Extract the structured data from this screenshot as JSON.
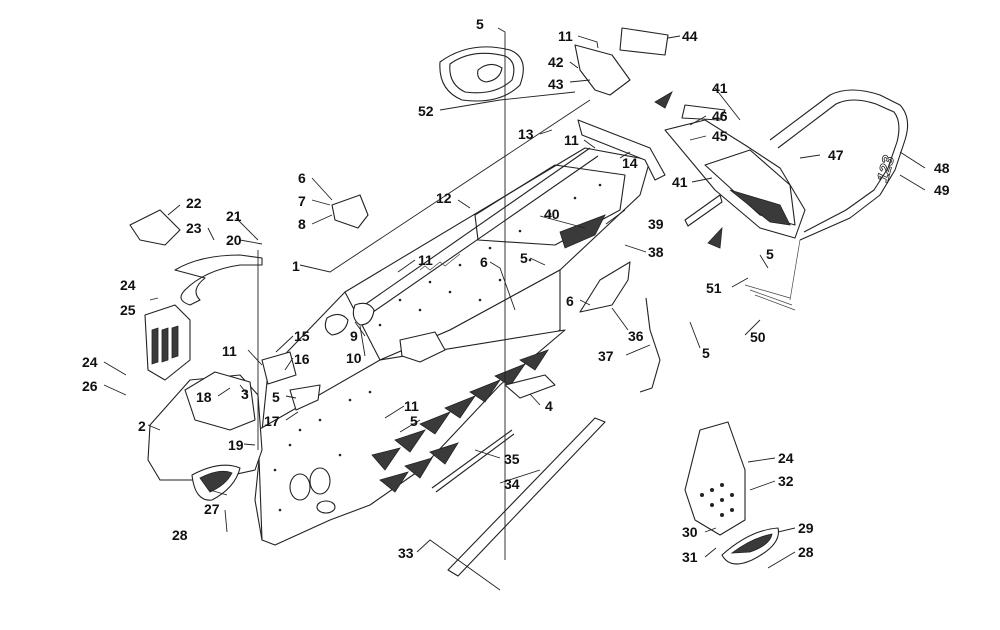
{
  "diagram": {
    "callouts": [
      {
        "id": "c5a",
        "text": "5"
      },
      {
        "id": "c11a",
        "text": "11"
      },
      {
        "id": "c44",
        "text": "44"
      },
      {
        "id": "c42",
        "text": "42"
      },
      {
        "id": "c43",
        "text": "43"
      },
      {
        "id": "c41a",
        "text": "41"
      },
      {
        "id": "c46",
        "text": "46"
      },
      {
        "id": "c45",
        "text": "45"
      },
      {
        "id": "c52",
        "text": "52"
      },
      {
        "id": "c13",
        "text": "13"
      },
      {
        "id": "c11b",
        "text": "11"
      },
      {
        "id": "c14",
        "text": "14"
      },
      {
        "id": "c47",
        "text": "47"
      },
      {
        "id": "c48",
        "text": "48"
      },
      {
        "id": "c49",
        "text": "49"
      },
      {
        "id": "c41b",
        "text": "41"
      },
      {
        "id": "c6a",
        "text": "6"
      },
      {
        "id": "c7",
        "text": "7"
      },
      {
        "id": "c8",
        "text": "8"
      },
      {
        "id": "c12",
        "text": "12"
      },
      {
        "id": "c22",
        "text": "22"
      },
      {
        "id": "c21",
        "text": "21"
      },
      {
        "id": "c23",
        "text": "23"
      },
      {
        "id": "c20",
        "text": "20"
      },
      {
        "id": "c40",
        "text": "40"
      },
      {
        "id": "c39",
        "text": "39"
      },
      {
        "id": "c38",
        "text": "38"
      },
      {
        "id": "c1",
        "text": "1"
      },
      {
        "id": "c11c",
        "text": "11"
      },
      {
        "id": "c6b",
        "text": "6"
      },
      {
        "id": "c5b",
        "text": "5"
      },
      {
        "id": "c5c",
        "text": "5"
      },
      {
        "id": "c24a",
        "text": "24"
      },
      {
        "id": "c51",
        "text": "51"
      },
      {
        "id": "c25",
        "text": "25"
      },
      {
        "id": "c6c",
        "text": "6"
      },
      {
        "id": "c36",
        "text": "36"
      },
      {
        "id": "c9",
        "text": "9"
      },
      {
        "id": "c15",
        "text": "15"
      },
      {
        "id": "c11d",
        "text": "11"
      },
      {
        "id": "c10",
        "text": "10"
      },
      {
        "id": "c16",
        "text": "16"
      },
      {
        "id": "c50",
        "text": "50"
      },
      {
        "id": "c5d",
        "text": "5"
      },
      {
        "id": "c24b",
        "text": "24"
      },
      {
        "id": "c37",
        "text": "37"
      },
      {
        "id": "c26",
        "text": "26"
      },
      {
        "id": "c18",
        "text": "18"
      },
      {
        "id": "c3",
        "text": "3"
      },
      {
        "id": "c5e",
        "text": "5"
      },
      {
        "id": "c17",
        "text": "17"
      },
      {
        "id": "c11e",
        "text": "11"
      },
      {
        "id": "c4",
        "text": "4"
      },
      {
        "id": "c2",
        "text": "2"
      },
      {
        "id": "c5f",
        "text": "5"
      },
      {
        "id": "c19",
        "text": "19"
      },
      {
        "id": "c35",
        "text": "35"
      },
      {
        "id": "c24c",
        "text": "24"
      },
      {
        "id": "c34",
        "text": "34"
      },
      {
        "id": "c32",
        "text": "32"
      },
      {
        "id": "c27",
        "text": "27"
      },
      {
        "id": "c28a",
        "text": "28"
      },
      {
        "id": "c29",
        "text": "29"
      },
      {
        "id": "c30",
        "text": "30"
      },
      {
        "id": "c31",
        "text": "31"
      },
      {
        "id": "c28b",
        "text": "28"
      },
      {
        "id": "c33",
        "text": "33"
      }
    ],
    "decal_text": "123"
  }
}
